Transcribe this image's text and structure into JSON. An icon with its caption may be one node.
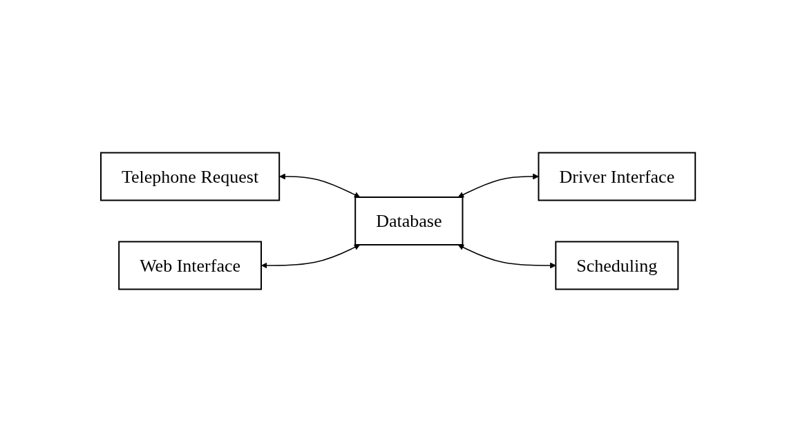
{
  "diagram": {
    "nodes": [
      {
        "text": [
          "Telephone Request"
        ]
      },
      {
        "text": [
          "Database"
        ]
      },
      {
        "text": [
          "Driver Interface"
        ]
      },
      {
        "text": [
          "Web Interface"
        ]
      },
      {
        "text": [
          "Scheduling"
        ]
      }
    ],
    "edges": [
      {
        "from": 0,
        "to": 1,
        "arrow": "both"
      },
      {
        "from": 3,
        "to": 1,
        "arrow": "both"
      },
      {
        "from": 1,
        "to": 2,
        "arrow": "both"
      },
      {
        "from": 1,
        "to": 4,
        "arrow": "both"
      }
    ]
  }
}
